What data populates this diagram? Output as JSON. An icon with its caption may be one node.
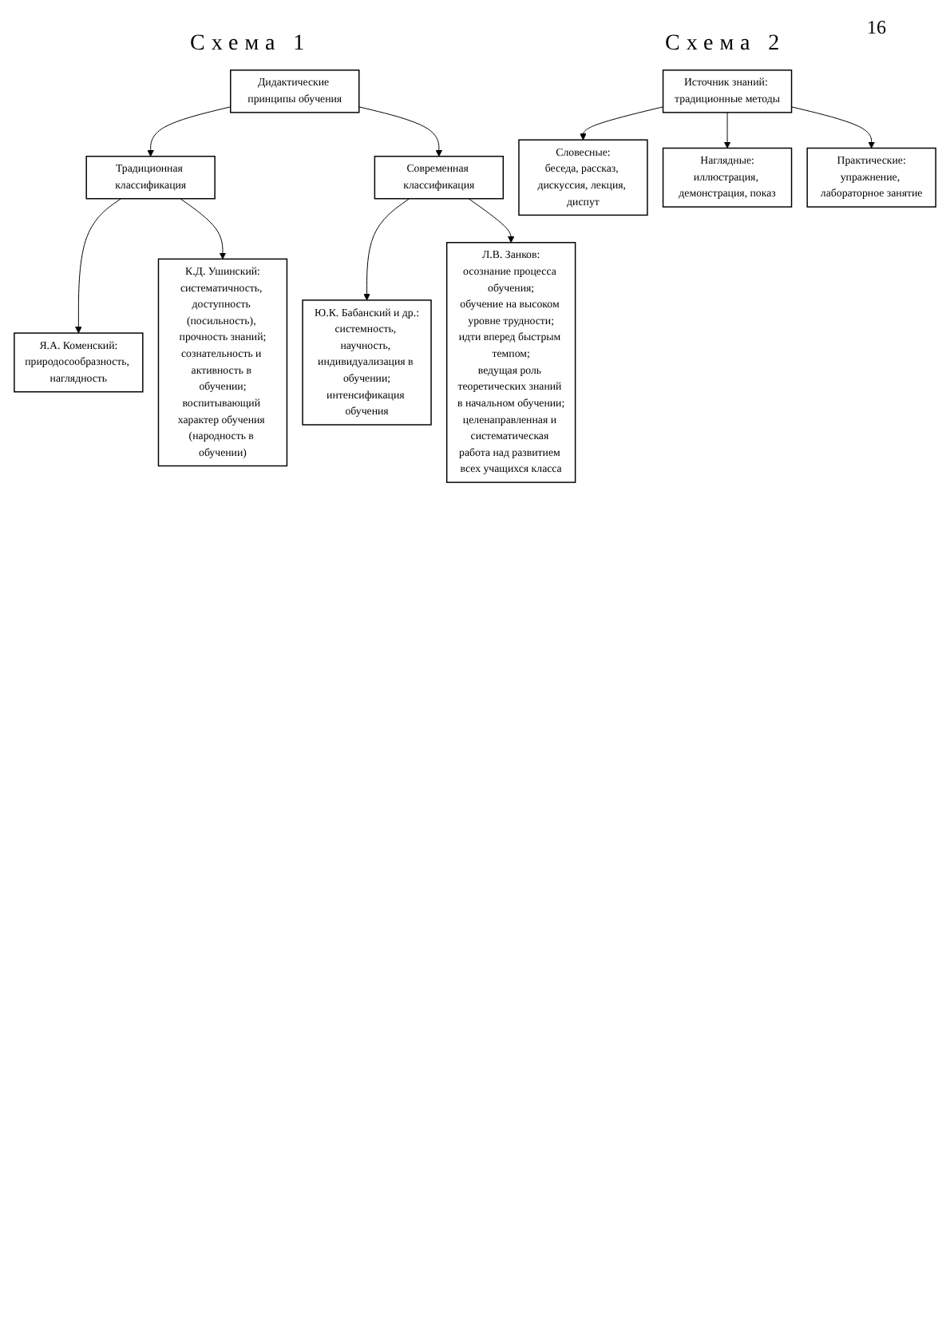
{
  "diagram": {
    "nodes": [
      {
        "text": [
          "Дидактические принципы обучения"
        ]
      },
      {
        "text": [
          "Традиционная классификация"
        ]
      },
      {
        "text": [
          "Современная классификация"
        ]
      },
      {
        "text": [
          "Я.А. Коменский:",
          "природосообразность, наглядность"
        ]
      },
      {
        "text": [
          "К.Д. Ушинский:",
          "систематичность, доступность (посильность), прочность знаний;",
          "сознательность и активность в обучении;",
          "воспитывающий характер обучения (народность в обучении)"
        ]
      },
      {
        "text": [
          "Ю.К. Бабанский и др.:",
          "системность, научность, индивидуализация в обучении;",
          "интенсификация обучения"
        ]
      },
      {
        "text": [
          "Л.В. Занков:",
          "осознание процесса обучения;",
          "обучение на высоком уровне трудности;",
          "идти вперед быстрым темпом;",
          "ведущая роль теоретических знаний в начальном обучении;",
          "целенаправленная и систематическая работа над развитием всех учащихся класса"
        ]
      },
      {
        "text": [
          "Источник знаний: традиционные методы"
        ]
      },
      {
        "text": [
          "Словесные:",
          "беседа, рассказ, дискуссия, лекция, диспут"
        ]
      },
      {
        "text": [
          "Наглядные:",
          "иллюстрация, демонстрация, показ"
        ]
      },
      {
        "text": [
          "Практические:",
          "упражнение, лабораторное занятие"
        ]
      }
    ],
    "edges": [
      {
        "from": 0,
        "to": 1,
        "arrow": "to"
      },
      {
        "from": 0,
        "to": 2,
        "arrow": "to"
      },
      {
        "from": 1,
        "to": 3,
        "arrow": "to"
      },
      {
        "from": 1,
        "to": 4,
        "arrow": "to"
      },
      {
        "from": 2,
        "to": 5,
        "arrow": "to"
      },
      {
        "from": 2,
        "to": 6,
        "arrow": "to"
      },
      {
        "from": 7,
        "to": 8,
        "arrow": "to"
      },
      {
        "from": 7,
        "to": 9,
        "arrow": "to"
      },
      {
        "from": 7,
        "to": 10,
        "arrow": "to"
      }
    ],
    "labels": [
      "16",
      "Схема 1",
      "Схема 2"
    ]
  }
}
